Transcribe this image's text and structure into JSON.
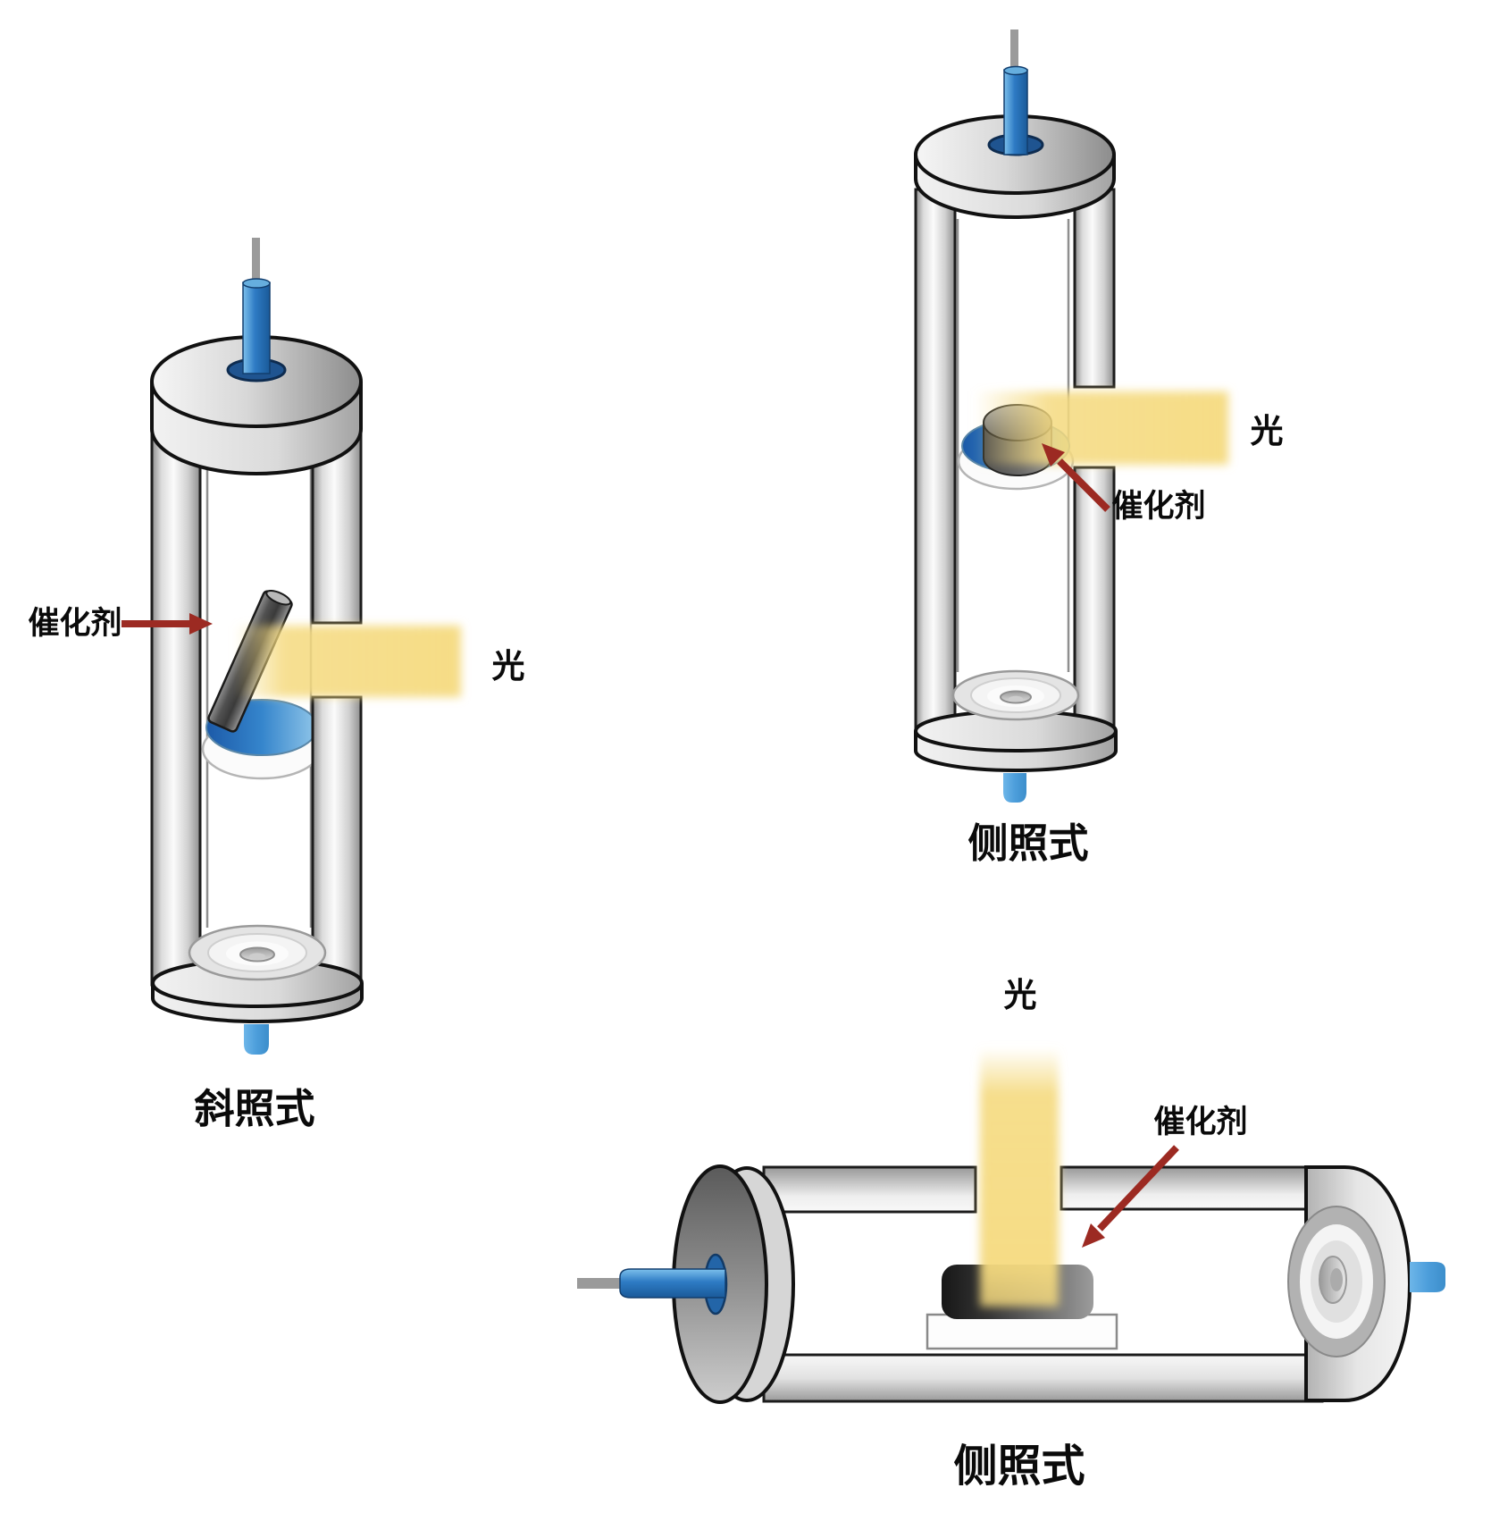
{
  "reactors": [
    {
      "id": "oblique-vertical-reactor",
      "type_label": "斜照式",
      "catalyst_label": "催化剂",
      "light_label": "光"
    },
    {
      "id": "side-lit-vertical-reactor",
      "type_label": "侧照式",
      "catalyst_label": "催化剂",
      "light_label": "光"
    },
    {
      "id": "side-lit-horizontal-reactor",
      "type_label": "侧照式",
      "catalyst_label": "催化剂",
      "light_label": "光"
    }
  ],
  "colors": {
    "background": "#ffffff",
    "light_beam": "#f5da7f",
    "annotation_arrow": "#9c2a22",
    "inlet_tube_blue": "#2e7bc4",
    "outlet_stub_blue": "#4d9edb",
    "liquid_blue": "#1c5aa8",
    "catalyst_gray": "#3a3a3a",
    "label_text": "#0a0a0a"
  }
}
